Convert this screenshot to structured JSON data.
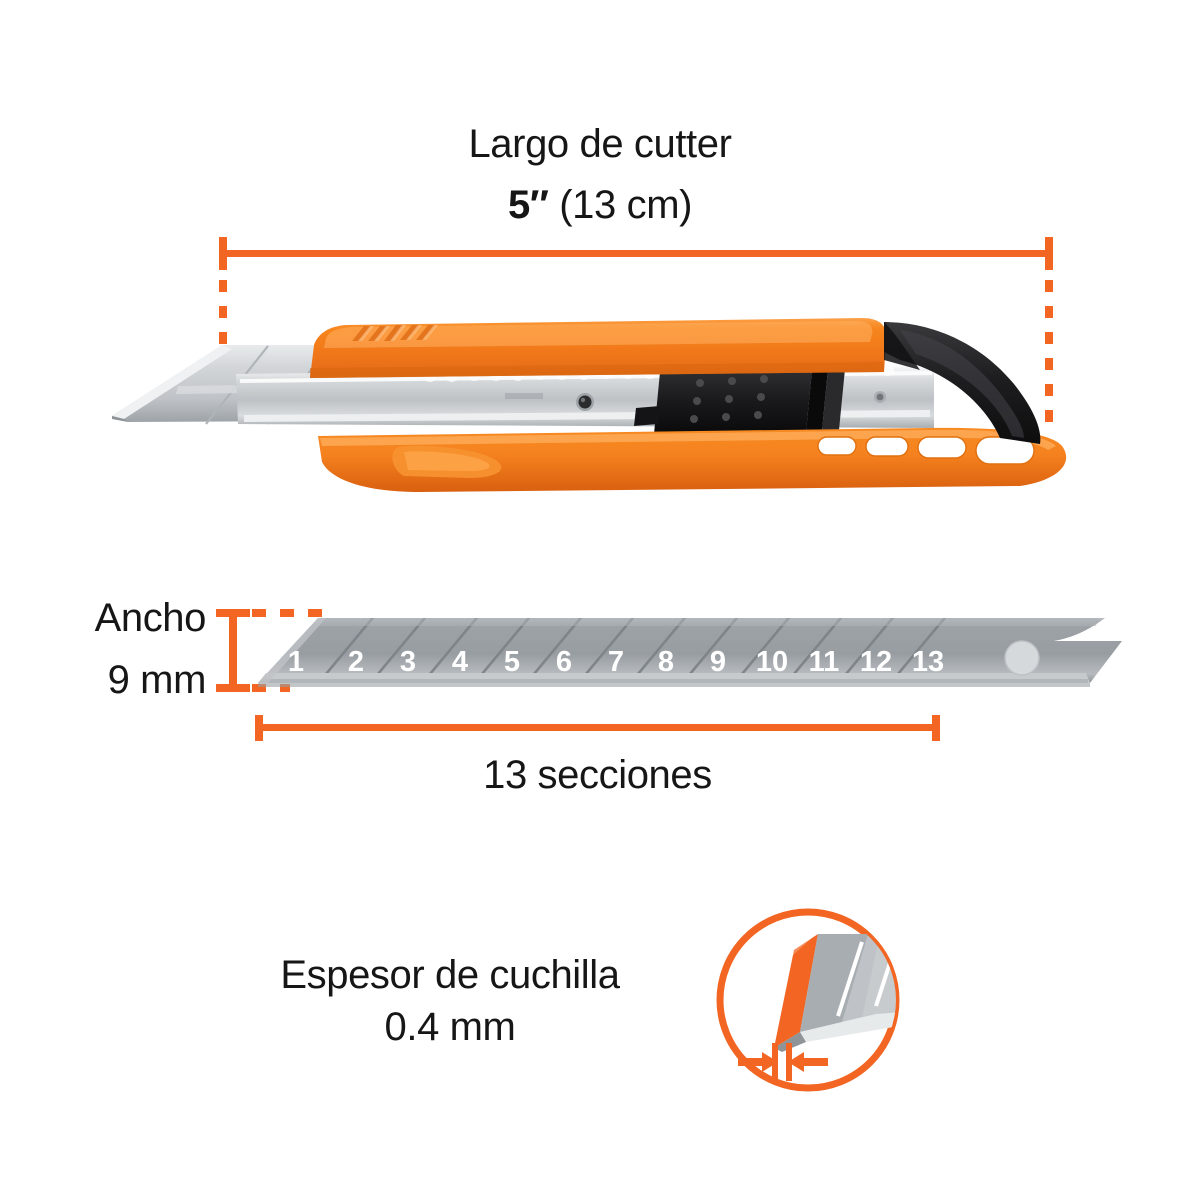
{
  "theme": {
    "accent_orange": "#F26522",
    "background": "#FFFFFF",
    "text_color": "#161616",
    "blade_gray_light": "#C9CCCF",
    "blade_gray_dark": "#8A8F94",
    "body_orange": "#F5821F",
    "black_part": "#231F20"
  },
  "specs": {
    "length": {
      "label": "Largo de cutter",
      "value_inches": "5″",
      "value_metric": "(13 cm)"
    },
    "width": {
      "label": "Ancho",
      "value": "9 mm"
    },
    "sections": {
      "label": "13 secciones",
      "count": 13
    },
    "thickness": {
      "label": "Espesor de cuchilla",
      "value": "0.4 mm"
    }
  },
  "blade": {
    "segment_numbers": [
      "1",
      "2",
      "3",
      "4",
      "5",
      "6",
      "7",
      "8",
      "9",
      "10",
      "11",
      "12",
      "13"
    ]
  },
  "icons": {
    "length_dimension": "horizontal-dimension-line",
    "width_dimension": "vertical-dimension-line",
    "sections_dimension": "horizontal-dimension-line",
    "thickness_detail": "magnifier-circle-callout",
    "thickness_arrows": "inward-arrows"
  }
}
